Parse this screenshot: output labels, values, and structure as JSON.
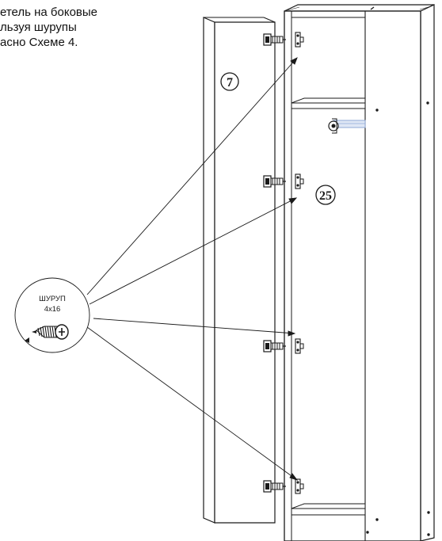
{
  "instruction_lines": [
    "етель на боковые",
    "льзуя шурупы",
    "асно Схеме 4."
  ],
  "parts": {
    "door": {
      "number": "7"
    },
    "cabinet": {
      "number": "25"
    }
  },
  "fastener": {
    "name": "ШУРУП",
    "size": "4x16",
    "icon": "wood-screw-icon"
  },
  "colors": {
    "line": "#1a1a1a",
    "accent": "#8fa8d6"
  }
}
